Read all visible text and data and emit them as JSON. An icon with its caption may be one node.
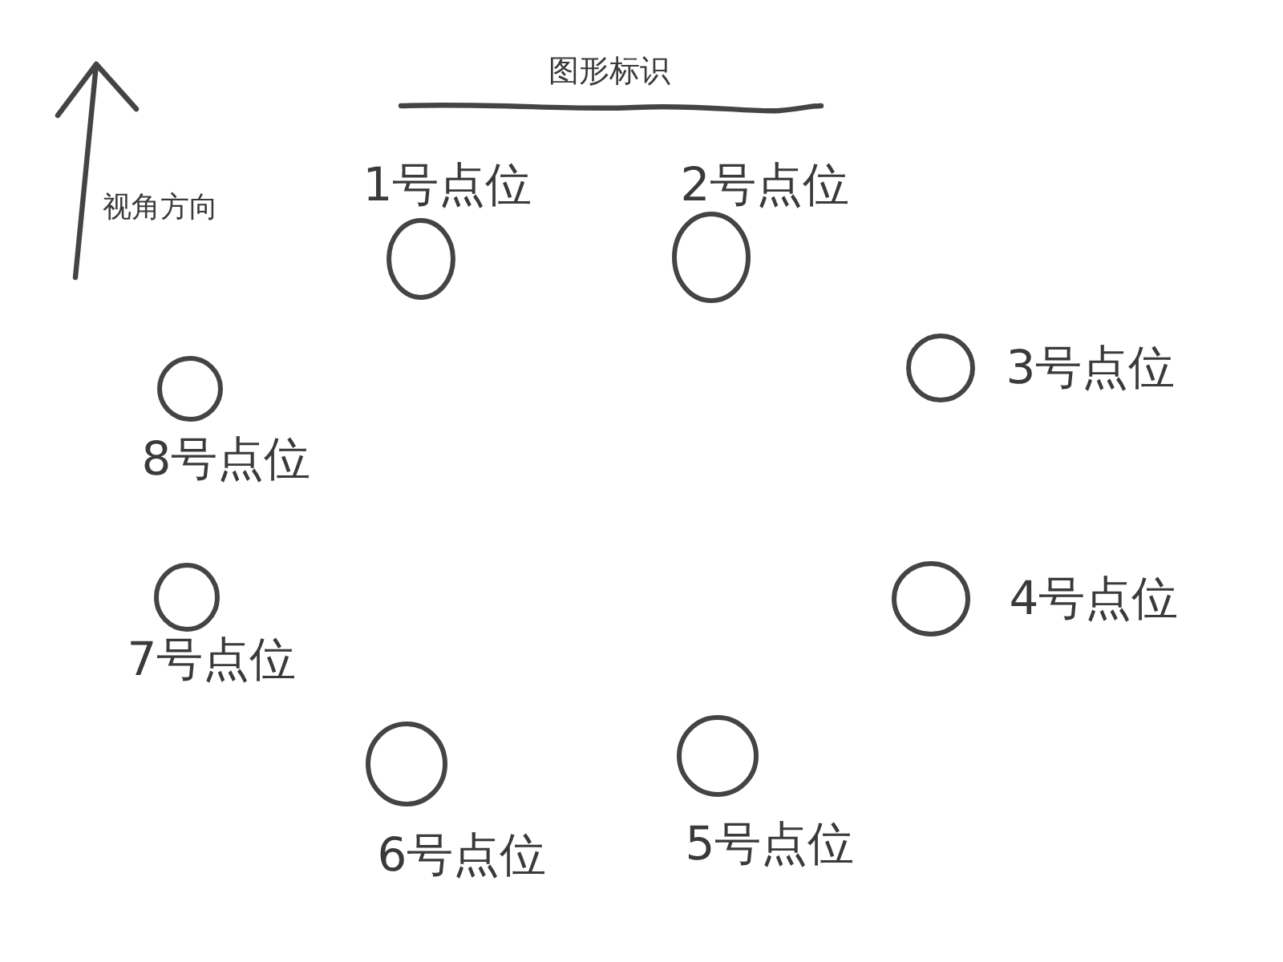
{
  "diagram": {
    "title": "图形标识",
    "nodes": [
      {
        "text": [],
        "shape": "circle",
        "beside": [
          "1号点位"
        ]
      },
      {
        "text": [],
        "shape": "circle",
        "beside": [
          "2号点位"
        ]
      },
      {
        "text": [],
        "shape": "circle",
        "beside": [
          "3号点位"
        ]
      },
      {
        "text": [],
        "shape": "circle",
        "beside": [
          "4号点位"
        ]
      },
      {
        "text": [],
        "shape": "circle",
        "beside": [
          "5号点位"
        ]
      },
      {
        "text": [],
        "shape": "circle",
        "beside": [
          "6号点位"
        ]
      },
      {
        "text": [],
        "shape": "circle",
        "beside": [
          "7号点位"
        ]
      },
      {
        "text": [],
        "shape": "circle",
        "beside": [
          "8号点位"
        ]
      }
    ],
    "labels": [
      "视角方向"
    ]
  }
}
